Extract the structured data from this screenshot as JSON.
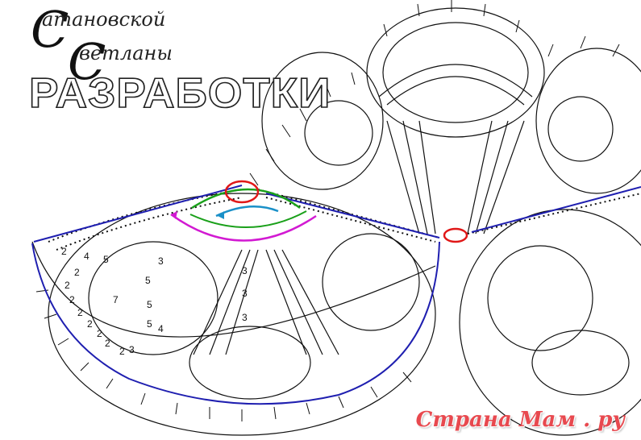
{
  "logo": {
    "line1_initial": "С",
    "line1": "атановской",
    "line2_initial": "С",
    "line2": "ветланы",
    "main": "РАЗРАБОТКИ"
  },
  "watermark": "Страна Мам . ру",
  "row_numbers": [
    "2",
    "4",
    "5",
    "3",
    "2",
    "5",
    "2",
    "2",
    "5",
    "7",
    "2",
    "5",
    "2",
    "3",
    "2",
    "4",
    "2",
    "2",
    "3",
    "3",
    "3"
  ],
  "colors": {
    "outline_blue": "#1f1fb0",
    "marker_red": "#e01818",
    "arc_green": "#1aa01a",
    "arc_cyan": "#1a90c8",
    "arc_magenta": "#d21ad2",
    "watermark_red": "#e8494f"
  }
}
